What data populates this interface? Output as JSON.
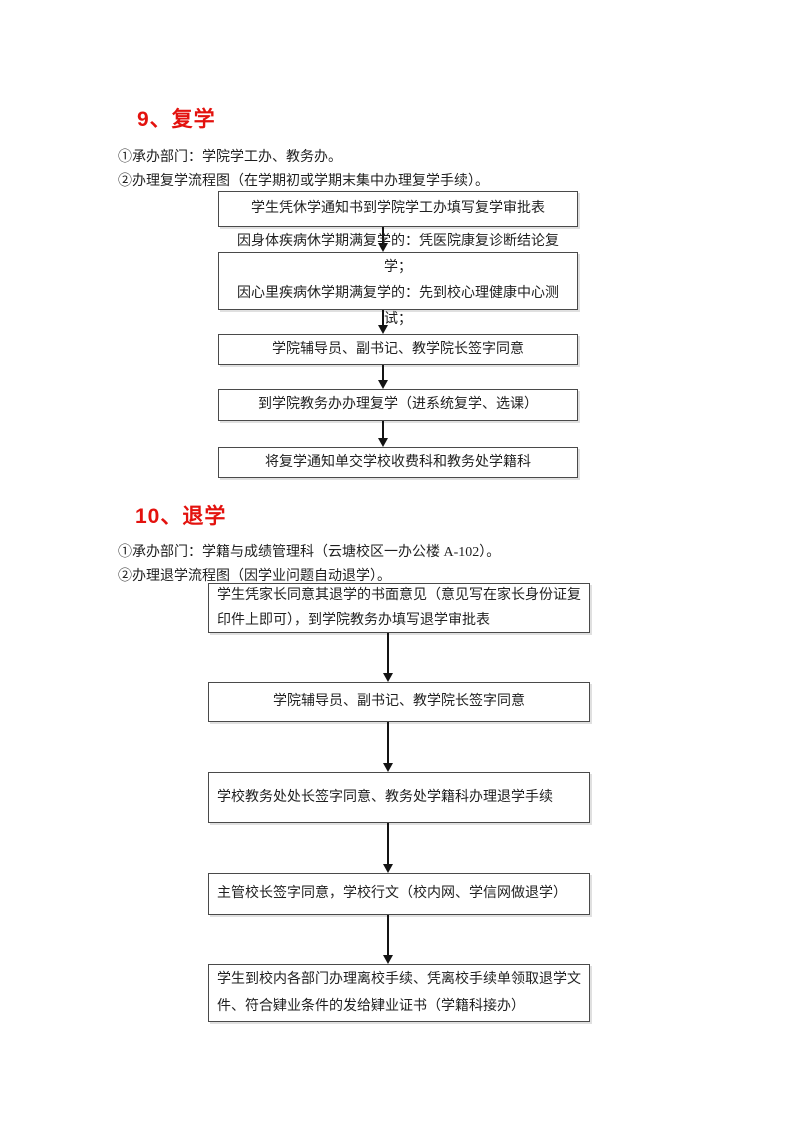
{
  "colors": {
    "heading_red": "#e3120e",
    "body_text": "#1f1f1f",
    "box_border": "#4a4a4a",
    "page_background": "#ffffff"
  },
  "sections": [
    {
      "number": "9",
      "title": "9、复学",
      "dept_line": "①承办部门：学院学工办、教务办。",
      "flow_line": "②办理复学流程图（在学期初或学期末集中办理复学手续）。",
      "flow": [
        "学生凭休学通知书到学院学工办填写复学审批表",
        "因身体疾病休学期满复学的：凭医院康复诊断结论复学；\n因心里疾病休学期满复学的：先到校心理健康中心测试；",
        "学院辅导员、副书记、教学院长签字同意",
        "到学院教务办办理复学（进系统复学、选课）",
        "将复学通知单交学校收费科和教务处学籍科"
      ]
    },
    {
      "number": "10",
      "title": "10、退学",
      "dept_line": "①承办部门：学籍与成绩管理科（云塘校区一办公楼 A-102）。",
      "flow_line": "②办理退学流程图（因学业问题自动退学）。",
      "flow": [
        "学生凭家长同意其退学的书面意见（意见写在家长身份证复\n印件上即可），到学院教务办填写退学审批表",
        "学院辅导员、副书记、教学院长签字同意",
        "学校教务处处长签字同意、教务处学籍科办理退学手续",
        "主管校长签字同意，学校行文（校内网、学信网做退学）",
        "学生到校内各部门办理离校手续、凭离校手续单领取退学文\n件、符合肄业条件的发给肄业证书（学籍科接办）"
      ]
    }
  ]
}
